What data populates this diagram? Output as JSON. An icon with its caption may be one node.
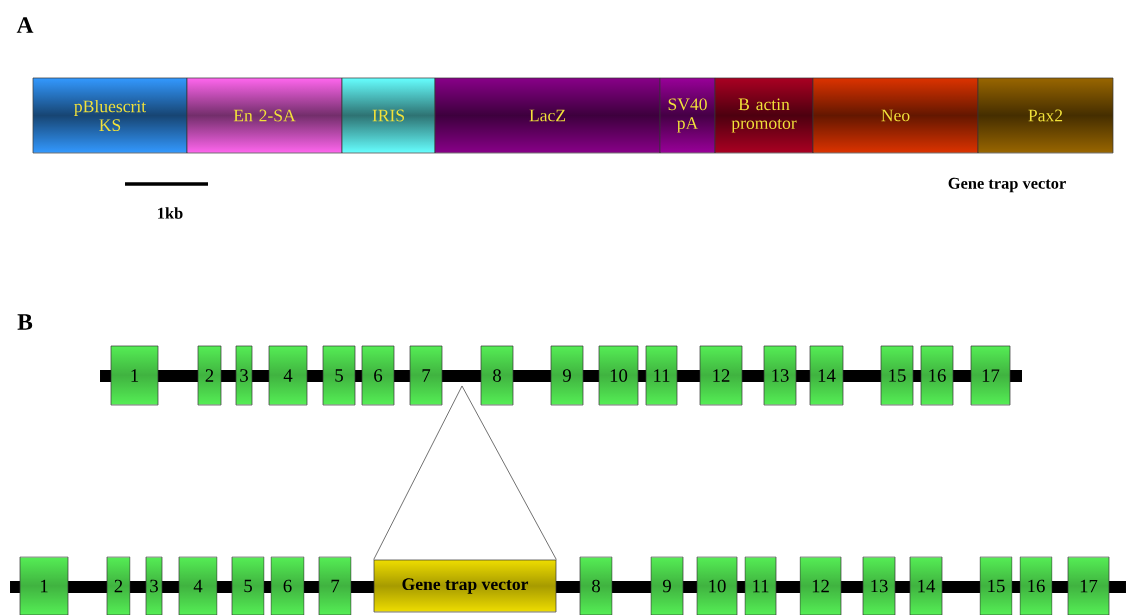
{
  "diagram": {
    "nodes": [
      {
        "text": [
          "pBluescrit KS"
        ]
      },
      {
        "text": [
          "En 2-SA"
        ]
      },
      {
        "text": [
          "IRIS"
        ]
      },
      {
        "text": [
          "LacZ"
        ]
      },
      {
        "text": [
          "SV40 pA"
        ]
      },
      {
        "text": [
          "B actin promotor"
        ]
      },
      {
        "text": [
          "Neo"
        ]
      },
      {
        "text": [
          "Pax2"
        ]
      },
      {
        "text": [
          "1"
        ]
      },
      {
        "text": [
          "2"
        ]
      },
      {
        "text": [
          "3"
        ]
      },
      {
        "text": [
          "4"
        ]
      },
      {
        "text": [
          "5"
        ]
      },
      {
        "text": [
          "6"
        ]
      },
      {
        "text": [
          "7"
        ]
      },
      {
        "text": [
          "8"
        ]
      },
      {
        "text": [
          "9"
        ]
      },
      {
        "text": [
          "10"
        ]
      },
      {
        "text": [
          "11"
        ]
      },
      {
        "text": [
          "12"
        ]
      },
      {
        "text": [
          "13"
        ]
      },
      {
        "text": [
          "14"
        ]
      },
      {
        "text": [
          "15"
        ]
      },
      {
        "text": [
          "16"
        ]
      },
      {
        "text": [
          "17"
        ]
      },
      {
        "text": [
          "1"
        ]
      },
      {
        "text": [
          "2"
        ]
      },
      {
        "text": [
          "3"
        ]
      },
      {
        "text": [
          "4"
        ]
      },
      {
        "text": [
          "5"
        ]
      },
      {
        "text": [
          "6"
        ]
      },
      {
        "text": [
          "7"
        ]
      },
      {
        "text": [
          "Gene trap vector"
        ]
      },
      {
        "text": [
          "8"
        ]
      },
      {
        "text": [
          "9"
        ]
      },
      {
        "text": [
          "10"
        ]
      },
      {
        "text": [
          "11"
        ]
      },
      {
        "text": [
          "12"
        ]
      },
      {
        "text": [
          "13"
        ]
      },
      {
        "text": [
          "14"
        ]
      },
      {
        "text": [
          "15"
        ]
      },
      {
        "text": [
          "16"
        ]
      },
      {
        "text": [
          "17"
        ]
      }
    ],
    "edges": [
      {
        "from": null,
        "to": 32,
        "arrow": "none"
      },
      {
        "from": null,
        "to": 32,
        "arrow": "none"
      }
    ],
    "labels": [
      "A",
      "1kb",
      "Gene trap vector",
      "B"
    ]
  }
}
